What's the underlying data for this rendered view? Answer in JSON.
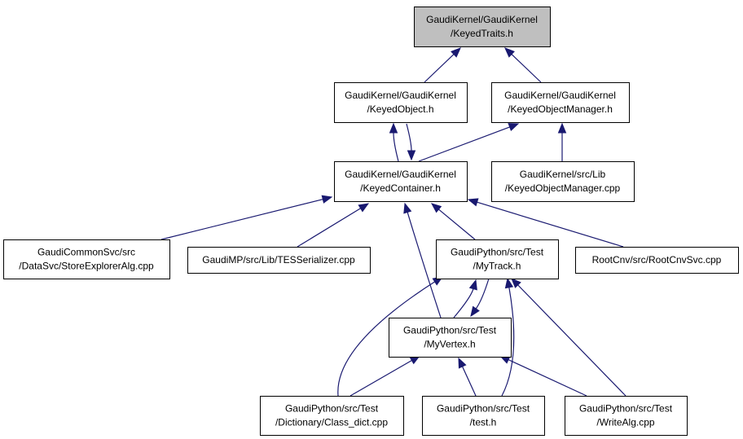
{
  "diagram": {
    "nodes": [
      {
        "id": "keyedtraits",
        "lines": [
          "GaudiKernel/GaudiKernel",
          "/KeyedTraits.h"
        ],
        "highlighted": true
      },
      {
        "id": "keyedobject",
        "lines": [
          "GaudiKernel/GaudiKernel",
          "/KeyedObject.h"
        ]
      },
      {
        "id": "keyedobjectmanager_h",
        "lines": [
          "GaudiKernel/GaudiKernel",
          "/KeyedObjectManager.h"
        ]
      },
      {
        "id": "keyedcontainer",
        "lines": [
          "GaudiKernel/GaudiKernel",
          "/KeyedContainer.h"
        ]
      },
      {
        "id": "keyedobjectmanager_cpp",
        "lines": [
          "GaudiKernel/src/Lib",
          "/KeyedObjectManager.cpp"
        ]
      },
      {
        "id": "storeexploreralg",
        "lines": [
          "GaudiCommonSvc/src",
          "/DataSvc/StoreExplorerAlg.cpp"
        ]
      },
      {
        "id": "tesserializer",
        "lines": [
          "GaudiMP/src/Lib/TESSerializer.cpp"
        ]
      },
      {
        "id": "mytrack",
        "lines": [
          "GaudiPython/src/Test",
          "/MyTrack.h"
        ]
      },
      {
        "id": "rootcnvsvc",
        "lines": [
          "RootCnv/src/RootCnvSvc.cpp"
        ]
      },
      {
        "id": "myvertex",
        "lines": [
          "GaudiPython/src/Test",
          "/MyVertex.h"
        ]
      },
      {
        "id": "class_dict",
        "lines": [
          "GaudiPython/src/Test",
          "/Dictionary/Class_dict.cpp"
        ]
      },
      {
        "id": "test_h",
        "lines": [
          "GaudiPython/src/Test",
          "/test.h"
        ]
      },
      {
        "id": "writealg",
        "lines": [
          "GaudiPython/src/Test",
          "/WriteAlg.cpp"
        ]
      }
    ],
    "edges": [
      {
        "from": "keyedobject",
        "to": "keyedtraits"
      },
      {
        "from": "keyedobjectmanager_h",
        "to": "keyedtraits"
      },
      {
        "from": "keyedcontainer",
        "to": "keyedobject"
      },
      {
        "from": "keyedobject",
        "to": "keyedcontainer"
      },
      {
        "from": "keyedcontainer",
        "to": "keyedobjectmanager_h"
      },
      {
        "from": "keyedobjectmanager_cpp",
        "to": "keyedobjectmanager_h"
      },
      {
        "from": "storeexploreralg",
        "to": "keyedcontainer"
      },
      {
        "from": "tesserializer",
        "to": "keyedcontainer"
      },
      {
        "from": "mytrack",
        "to": "keyedcontainer"
      },
      {
        "from": "myvertex",
        "to": "keyedcontainer"
      },
      {
        "from": "rootcnvsvc",
        "to": "keyedcontainer"
      },
      {
        "from": "myvertex",
        "to": "mytrack"
      },
      {
        "from": "mytrack",
        "to": "myvertex"
      },
      {
        "from": "class_dict",
        "to": "mytrack"
      },
      {
        "from": "test_h",
        "to": "mytrack"
      },
      {
        "from": "writealg",
        "to": "mytrack"
      },
      {
        "from": "class_dict",
        "to": "myvertex"
      },
      {
        "from": "test_h",
        "to": "myvertex"
      },
      {
        "from": "writealg",
        "to": "myvertex"
      }
    ],
    "colors": {
      "edge": "#191970",
      "highlight_fill": "#bfbfbf",
      "border": "#000000"
    }
  }
}
